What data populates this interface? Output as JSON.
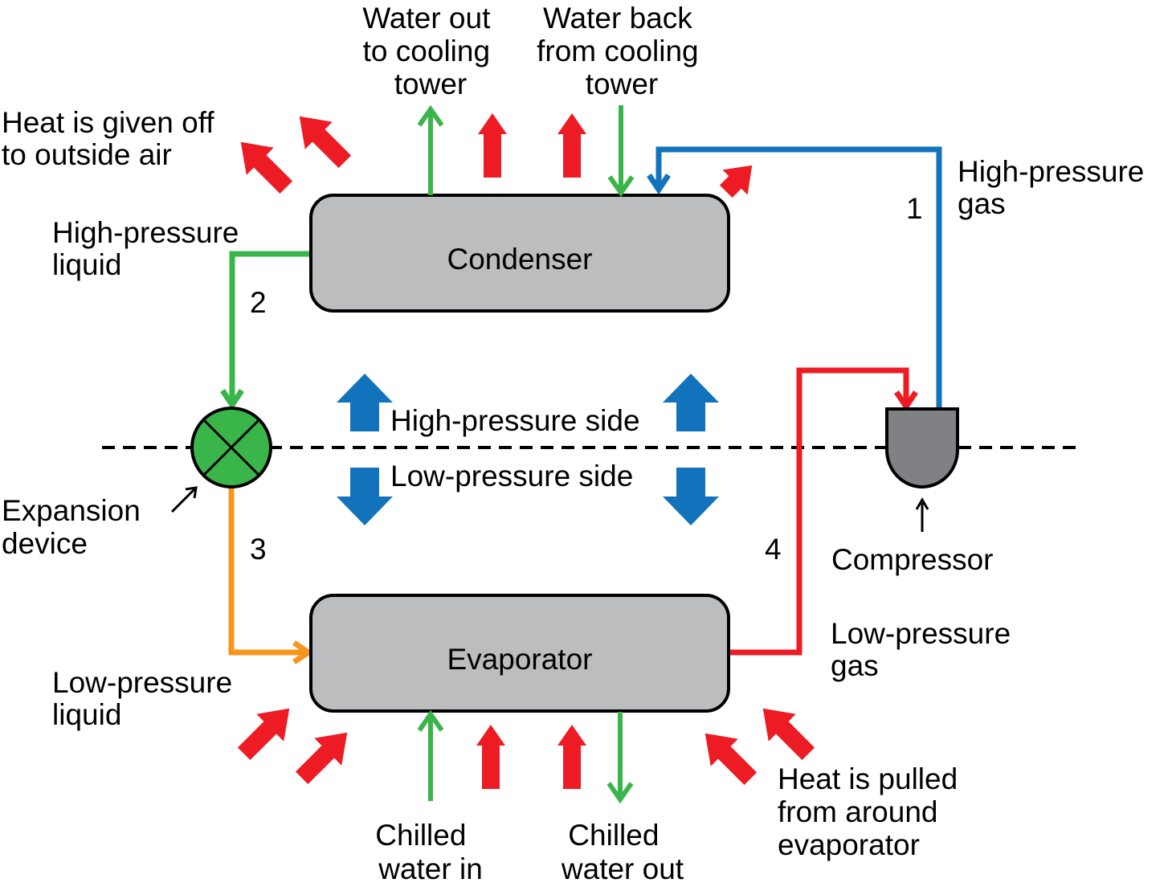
{
  "colors": {
    "heat": "#ed1c24",
    "water": "#3ab54a",
    "high_pressure_gas": "#1273bc",
    "low_pressure_gas": "#ed1c24",
    "high_pressure_liquid": "#3ab54a",
    "low_pressure_liquid": "#f7941d",
    "pressure_arrow": "#1273bc",
    "vessel_fill": "#bcbdbf",
    "compressor_fill": "#808184",
    "expansion_fill": "#3ab54a"
  },
  "components": {
    "condenser": "Condenser",
    "evaporator": "Evaporator",
    "compressor": "Compressor",
    "expansion_device": [
      "Expansion",
      "device"
    ]
  },
  "labels": {
    "heat_given_off": [
      "Heat is given off",
      "to outside air"
    ],
    "water_out_to_tower": [
      "Water out",
      "to cooling",
      "tower"
    ],
    "water_back_from_tower": [
      "Water back",
      "from cooling",
      "tower"
    ],
    "high_pressure_gas": [
      "High-pressure",
      "gas"
    ],
    "high_pressure_liquid": [
      "High-pressure",
      "liquid"
    ],
    "low_pressure_liquid": [
      "Low-pressure",
      "liquid"
    ],
    "low_pressure_gas": [
      "Low-pressure",
      "gas"
    ],
    "high_pressure_side": "High-pressure side",
    "low_pressure_side": "Low-pressure side",
    "chilled_water_in": [
      "Chilled",
      "water in"
    ],
    "chilled_water_out": [
      "Chilled",
      "water out"
    ],
    "heat_pulled": [
      "Heat is pulled",
      "from around",
      "evaporator"
    ]
  },
  "stage_numbers": [
    "1",
    "2",
    "3",
    "4"
  ]
}
